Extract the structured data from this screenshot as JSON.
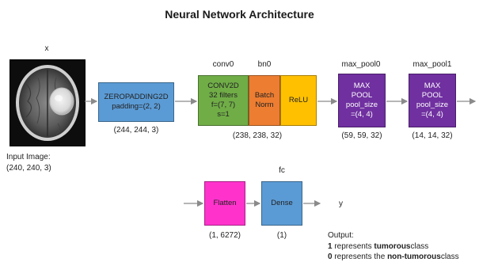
{
  "title": "Neural Network Architecture",
  "input": {
    "symbol": "x",
    "caption_line1": "Input Image:",
    "caption_line2": "(240, 240, 3)"
  },
  "zeropad": {
    "line1": "ZEROPADDING2D",
    "line2": "padding=(2, 2)",
    "shape": "(244, 244, 3)",
    "color": "#5b9bd5"
  },
  "conv": {
    "name": "conv0",
    "line1": "CONV2D",
    "line2": "32 filters",
    "line3": "f=(7, 7)",
    "line4": "s=1",
    "color": "#70ad47"
  },
  "bn": {
    "name": "bn0",
    "line1": "Batch",
    "line2": "Norm",
    "color": "#ed7d31"
  },
  "relu": {
    "line1": "ReLU",
    "color": "#ffc000"
  },
  "conv_block_shape": "(238, 238, 32)",
  "pool0": {
    "name": "max_pool0",
    "line1": "MAX",
    "line2": "POOL",
    "line3": "pool_size",
    "line4": "=(4, 4)",
    "shape": "(59, 59, 32)",
    "color": "#7030a0"
  },
  "pool1": {
    "name": "max_pool1",
    "line1": "MAX",
    "line2": "POOL",
    "line3": "pool_size",
    "line4": "=(4, 4)",
    "shape": "(14, 14, 32)",
    "color": "#7030a0"
  },
  "flatten": {
    "label": "Flatten",
    "shape": "(1, 6272)",
    "color": "#ff33cc"
  },
  "dense": {
    "name": "fc",
    "label": "Dense",
    "shape": "(1)",
    "color": "#5b9bd5"
  },
  "output": {
    "symbol": "y",
    "heading": "Output:",
    "line1_num": "1",
    "line1_pre": "represents",
    "line1_bold": "tumorous",
    "line1_post": "class",
    "line2_num": "0",
    "line2_pre": "represents the",
    "line2_bold": "non-tumorous",
    "line2_post": "class"
  }
}
